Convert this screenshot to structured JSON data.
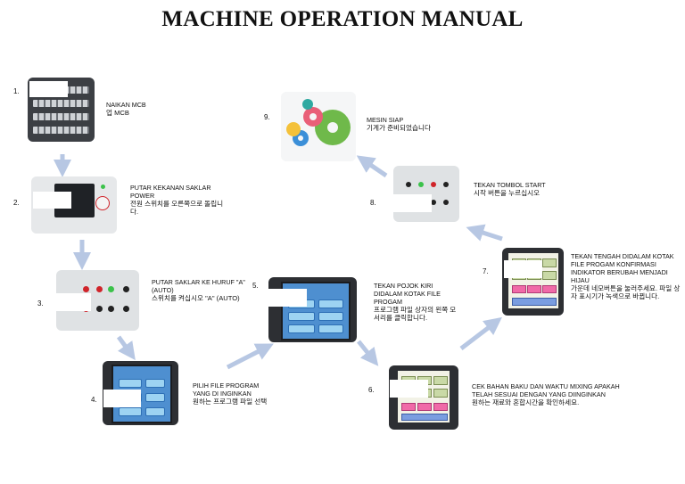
{
  "title": "MACHINE OPERATION MANUAL",
  "steps": [
    {
      "num": "1.",
      "label": "NAIKAN MCB",
      "korean": "업 MCB",
      "photo_icon": "mcb-panel-photo"
    },
    {
      "num": "2.",
      "label": "PUTAR KEKANAN SAKLAR POWER",
      "korean": "전원 스위치를 오른쪽으로 돌립니다.",
      "photo_icon": "power-switch-photo"
    },
    {
      "num": "3.",
      "label": "PUTAR SAKLAR KE HURUF \"A\" (AUTO)",
      "korean": "스위치를 켜십시오 \"A\" (AUTO)",
      "photo_icon": "auto-switch-photo"
    },
    {
      "num": "4.",
      "label": "PILIH FILE PROGRAM YANG DI INGINKAN",
      "korean": "원하는 프로그램 파일 선택",
      "photo_icon": "program-select-screen-photo"
    },
    {
      "num": "5.",
      "label": "TEKAN POJOK KIRI DIDALAM KOTAK FILE PROGAM",
      "korean": "프로그램 파일 상자의 왼쪽 모서리를 클릭합니다.",
      "photo_icon": "program-file-screen-photo"
    },
    {
      "num": "6.",
      "label": "CEK BAHAN BAKU DAN WAKTU MIXING APAKAH TELAH SESUAI DENGAN YANG DIINGINKAN",
      "korean": "원하는 재료와 혼합시간을 확인하세요.",
      "photo_icon": "material-check-screen-photo"
    },
    {
      "num": "7.",
      "label": "TEKAN TENGAH DIDALAM KOTAK FILE PROGAM KONFIRMASI INDIKATOR BERUBAH MENJADI HIJAU",
      "korean": "가운데 네모버튼을 눌러주세요. 파일 상자 표시기가 녹색으로 바뀝니다.",
      "photo_icon": "confirm-screen-photo"
    },
    {
      "num": "8.",
      "label": "TEKAN TOMBOL START",
      "korean": "시작 버튼을 누르십시오",
      "photo_icon": "start-button-photo"
    },
    {
      "num": "9.",
      "label": "MESIN SIAP",
      "korean": "기계가 준비되었습니다",
      "photo_icon": "gears-icon"
    }
  ]
}
